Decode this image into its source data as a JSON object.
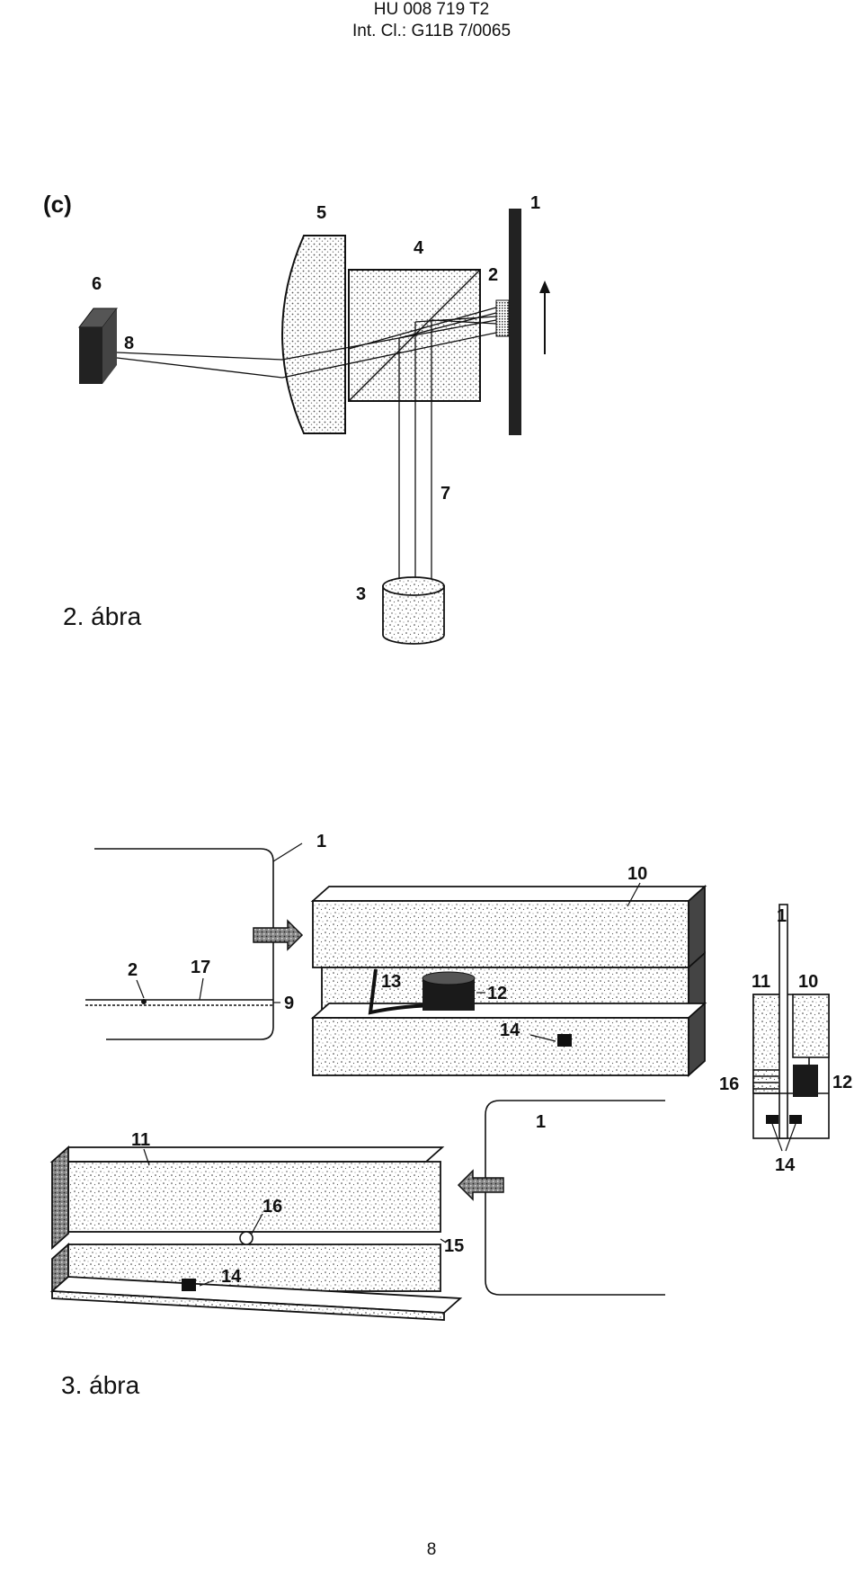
{
  "header": {
    "publication_number": "HU 008 719 T2",
    "classification": "Int. Cl.: G11B 7/0065"
  },
  "figure2": {
    "caption": "2. ábra",
    "panel_label": "(c)",
    "labels": {
      "l1": "1",
      "l2": "2",
      "l3": "3",
      "l4": "4",
      "l5": "5",
      "l6": "6",
      "l7": "7",
      "l8": "8"
    }
  },
  "figure3": {
    "caption": "3. ábra",
    "labels": {
      "top_card": "1",
      "top_spot": "2",
      "top_track": "17",
      "top_edge": "9",
      "top_block": "10",
      "top_arm": "13",
      "top_head": "12",
      "top_marker": "14",
      "side_card": "1",
      "side_left": "11",
      "side_right": "10",
      "side_head": "12",
      "side_pins": "16",
      "side_markers": "14",
      "bot_card": "1",
      "bot_block": "11",
      "bot_pin": "16",
      "bot_slot": "15",
      "bot_marker": "14"
    }
  },
  "page_number": "8"
}
